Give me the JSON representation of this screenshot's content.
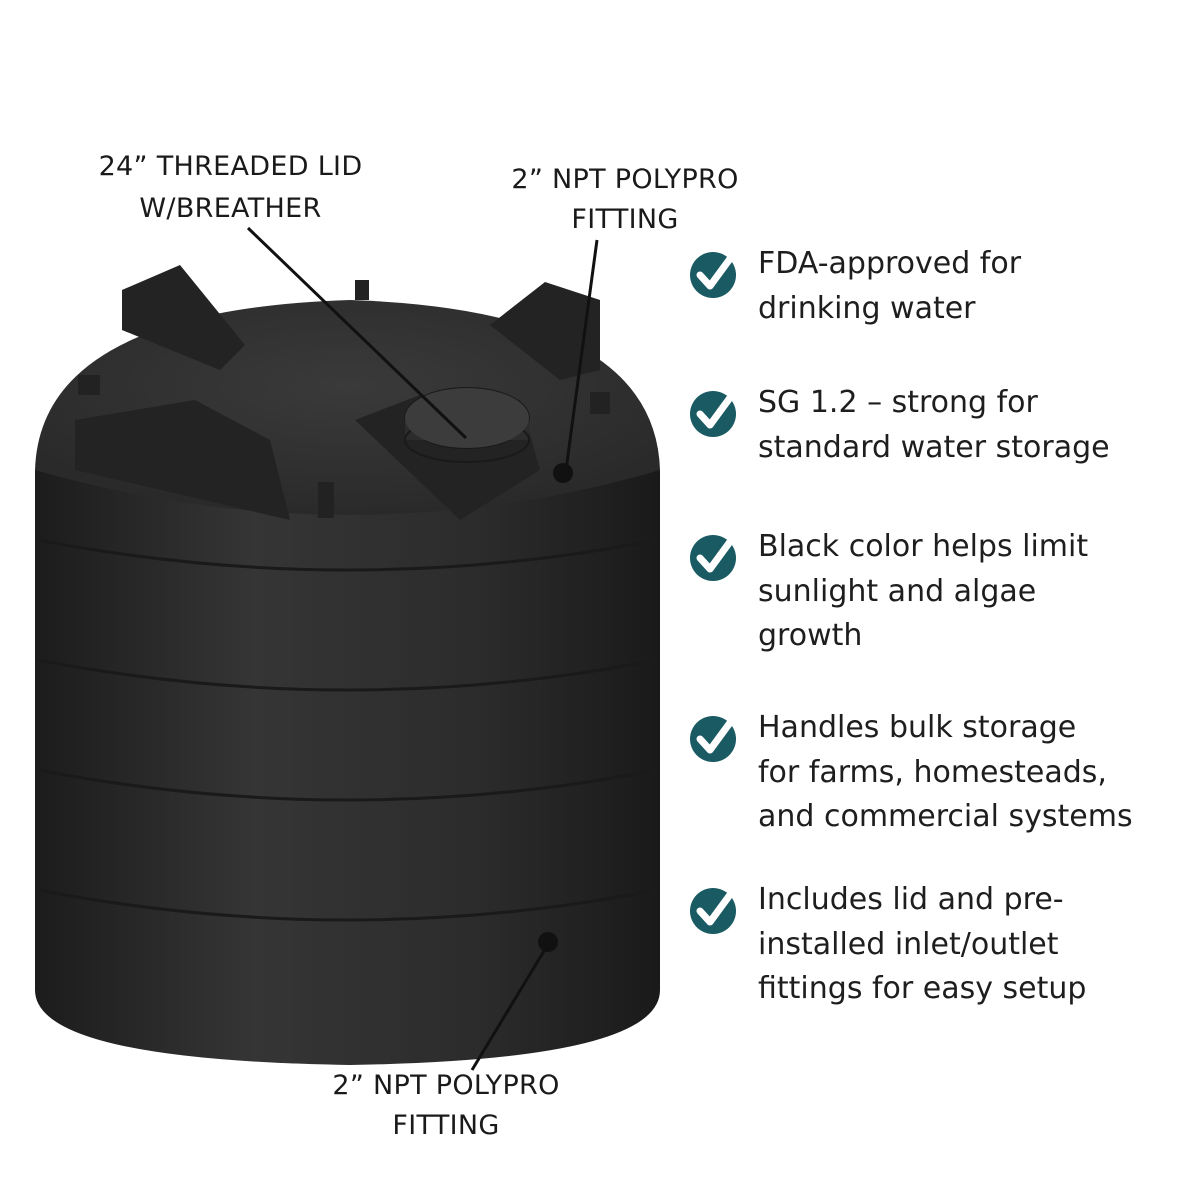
{
  "callouts": {
    "lid": "24” THREADED LID\nW/BREATHER",
    "top_fitting": "2” NPT POLYPRO\nFITTING",
    "bottom_fitting": "2” NPT POLYPRO\nFITTING"
  },
  "features": [
    {
      "icon": "check-circle-icon",
      "text": "FDA-approved for\ndrinking water"
    },
    {
      "icon": "check-circle-icon",
      "text": "SG 1.2 – strong for\nstandard water storage"
    },
    {
      "icon": "check-circle-icon",
      "text": "Black color helps limit\nsunlight and algae\ngrowth"
    },
    {
      "icon": "check-circle-icon",
      "text": "Handles bulk storage\nfor farms, homesteads,\nand commercial systems"
    },
    {
      "icon": "check-circle-icon",
      "text": "Includes lid and pre-\ninstalled inlet/outlet\nfittings for easy setup"
    }
  ],
  "colors": {
    "accent": "#1a5a63",
    "tank": "#2a2a2a"
  }
}
